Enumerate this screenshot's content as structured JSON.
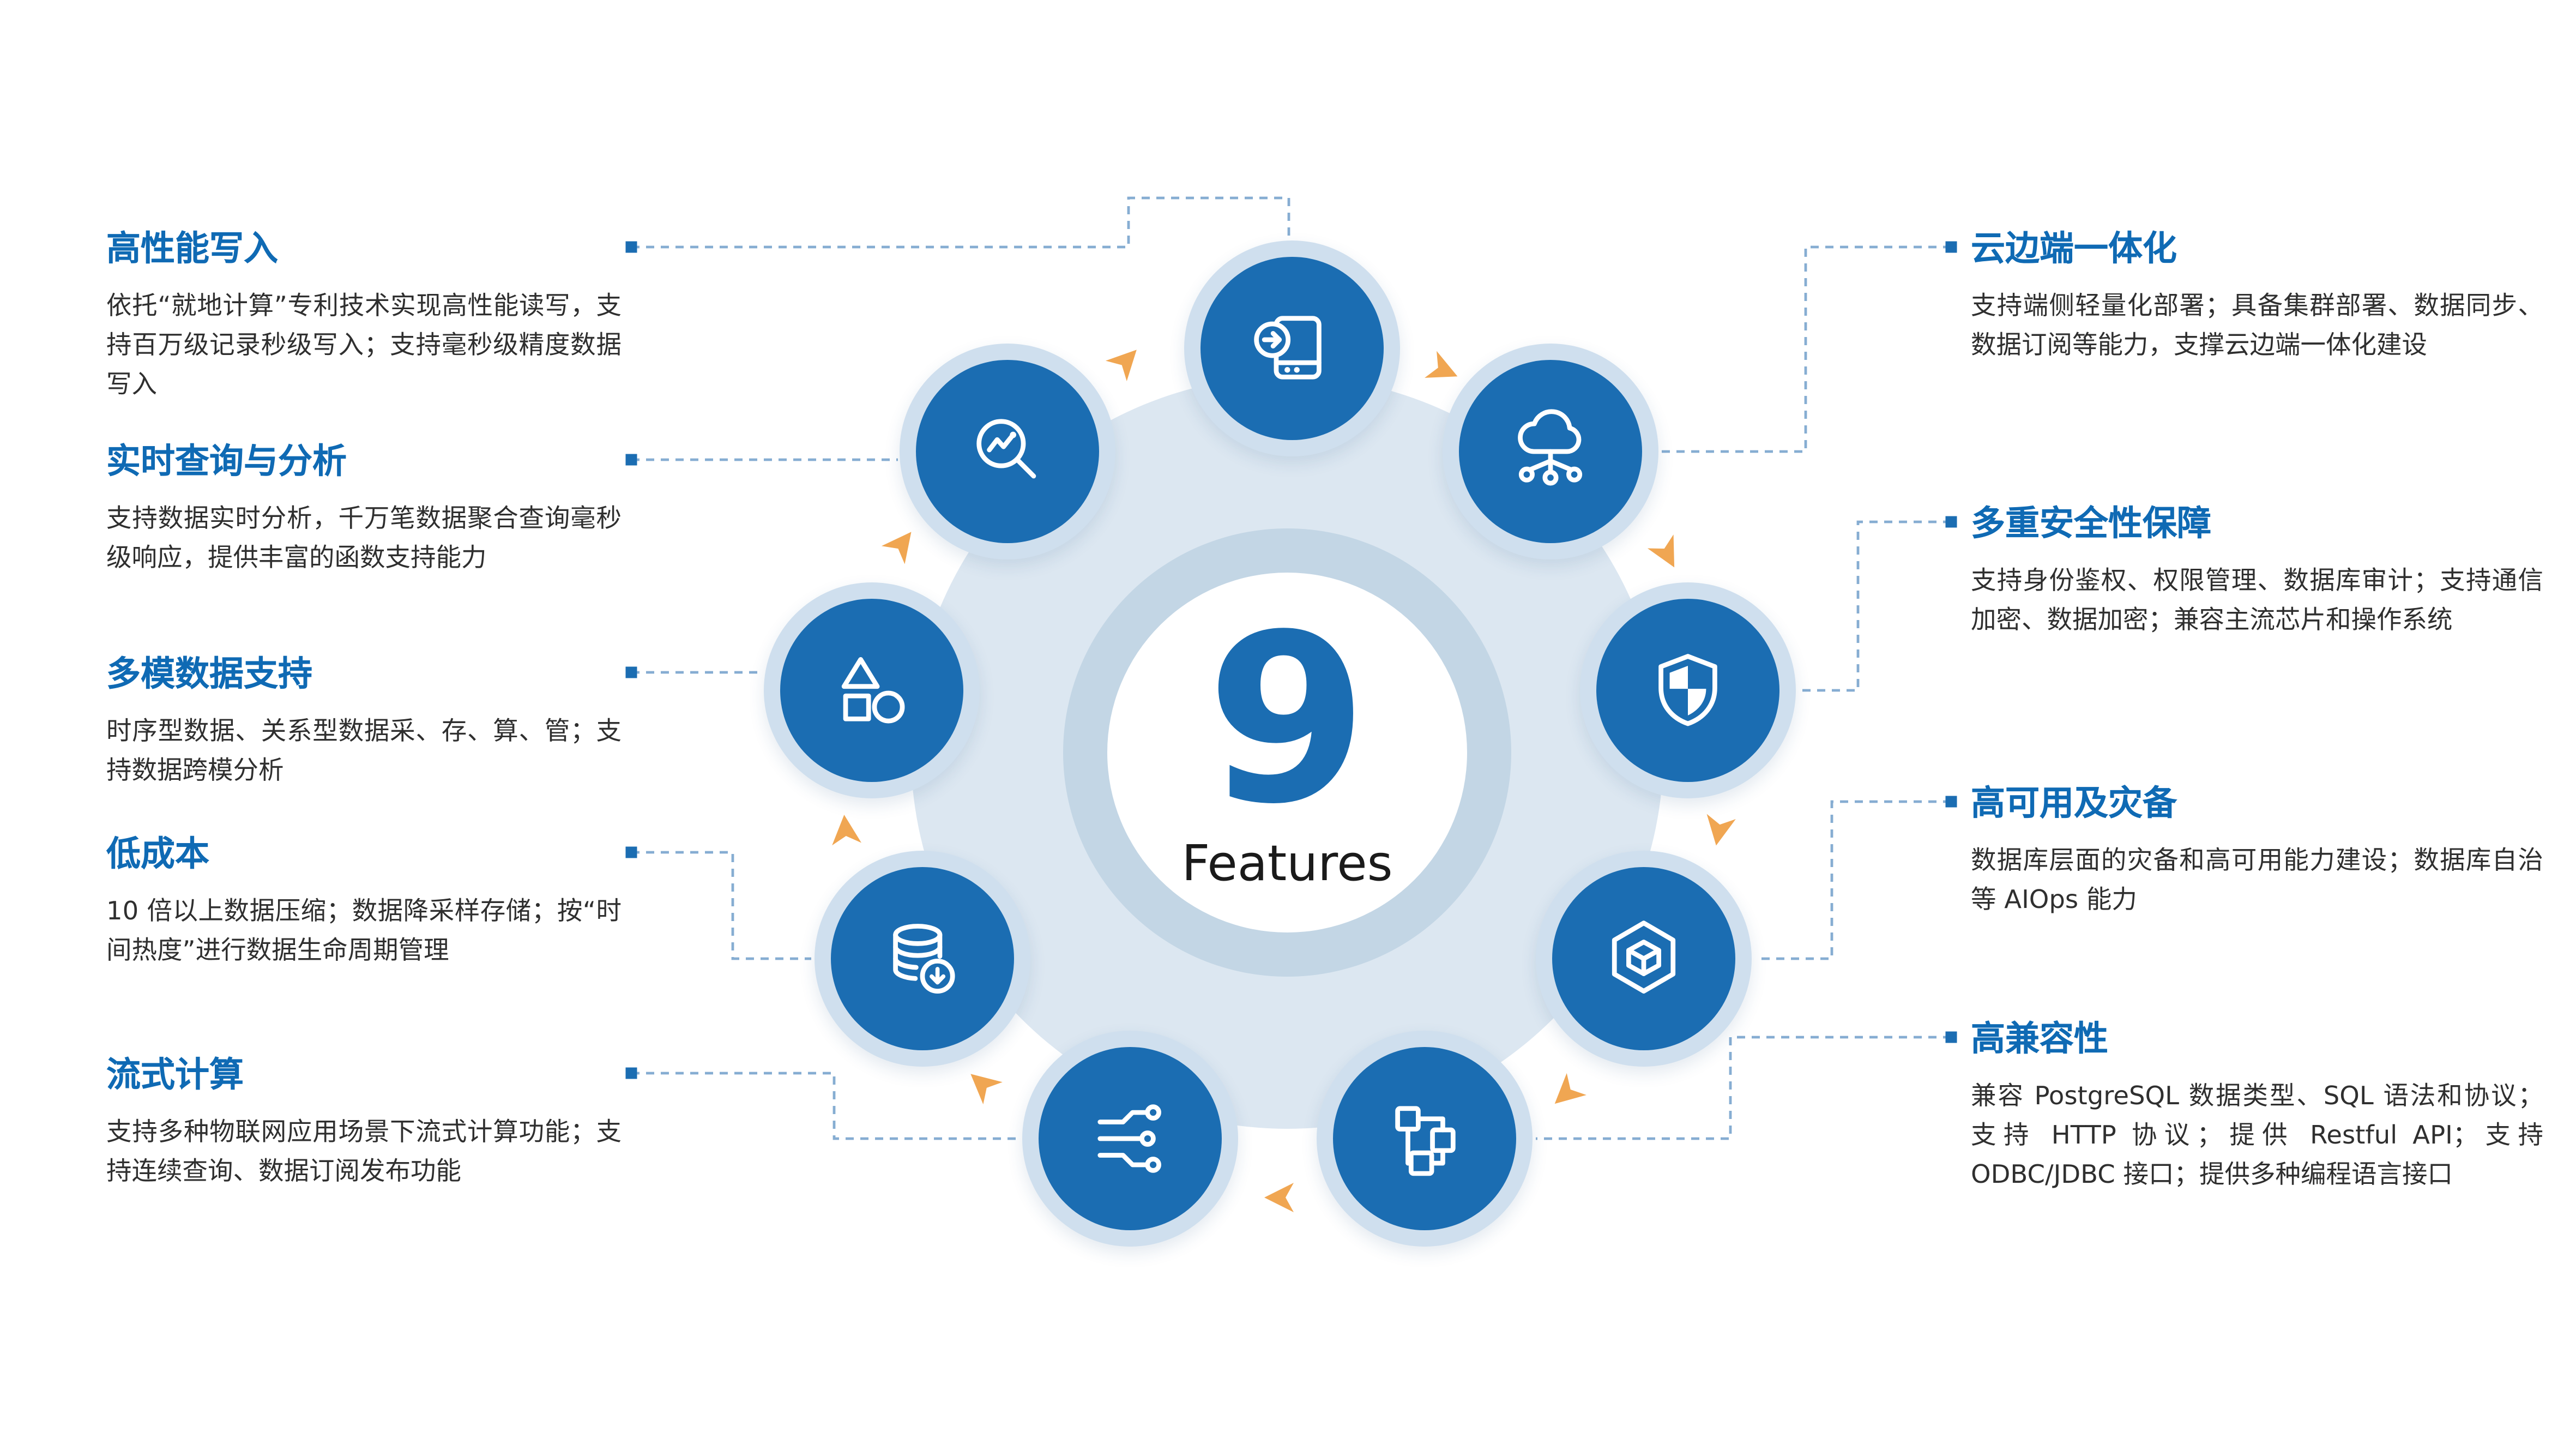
{
  "center": {
    "number": "9",
    "label": "Features"
  },
  "colors": {
    "primary_blue": "#1b6db2",
    "heading_blue": "#0f6ab4",
    "accent_orange": "#f0a652",
    "ring_light": "#dce7f1",
    "ring_mid": "#c3d6e5",
    "node_halo": "#cfdfee",
    "connector": "#86add2",
    "body_text": "#2f2f2f"
  },
  "features_left": [
    {
      "title": "高性能写入",
      "description": "依托“就地计算”专利技术实现高性能读写，支持百万级记录秒级写入；支持毫秒级精度数据写入",
      "icon": "storage-write-icon"
    },
    {
      "title": "实时查询与分析",
      "description": "支持数据实时分析，千万笔数据聚合查询毫秒级响应，提供丰富的函数支持能力",
      "icon": "search-trend-icon"
    },
    {
      "title": "多模数据支持",
      "description": "时序型数据、关系型数据采、存、算、管；支持数据跨模分析",
      "icon": "multi-model-shapes-icon"
    },
    {
      "title": "低成本",
      "description": "10 倍以上数据压缩；数据降采样存储；按“时间热度”进行数据生命周期管理",
      "icon": "database-downsample-icon"
    },
    {
      "title": "流式计算",
      "description": "支持多种物联网应用场景下流式计算功能；支持连续查询、数据订阅发布功能",
      "icon": "stream-circuit-icon"
    }
  ],
  "features_right": [
    {
      "title": "云边端一体化",
      "description": "支持端侧轻量化部署；具备集群部署、数据同步、数据订阅等能力，支撑云边端一体化建设",
      "icon": "cloud-network-icon"
    },
    {
      "title": "多重安全性保障",
      "description": "支持身份鉴权、权限管理、数据库审计；支持通信加密、数据加密；兼容主流芯片和操作系统",
      "icon": "security-shield-icon"
    },
    {
      "title": "高可用及灾备",
      "description": "数据库层面的灾备和高可用能力建设；数据库自治等 AIOps 能力",
      "icon": "cube-hexagon-icon"
    },
    {
      "title": "高兼容性",
      "description": "兼容 PostgreSQL 数据类型、SQL 语法和协议；支持 HTTP 协议；提供 Restful API；支持 ODBC/JDBC 接口；提供多种编程语言接口",
      "icon": "flowchart-nodes-icon"
    }
  ]
}
